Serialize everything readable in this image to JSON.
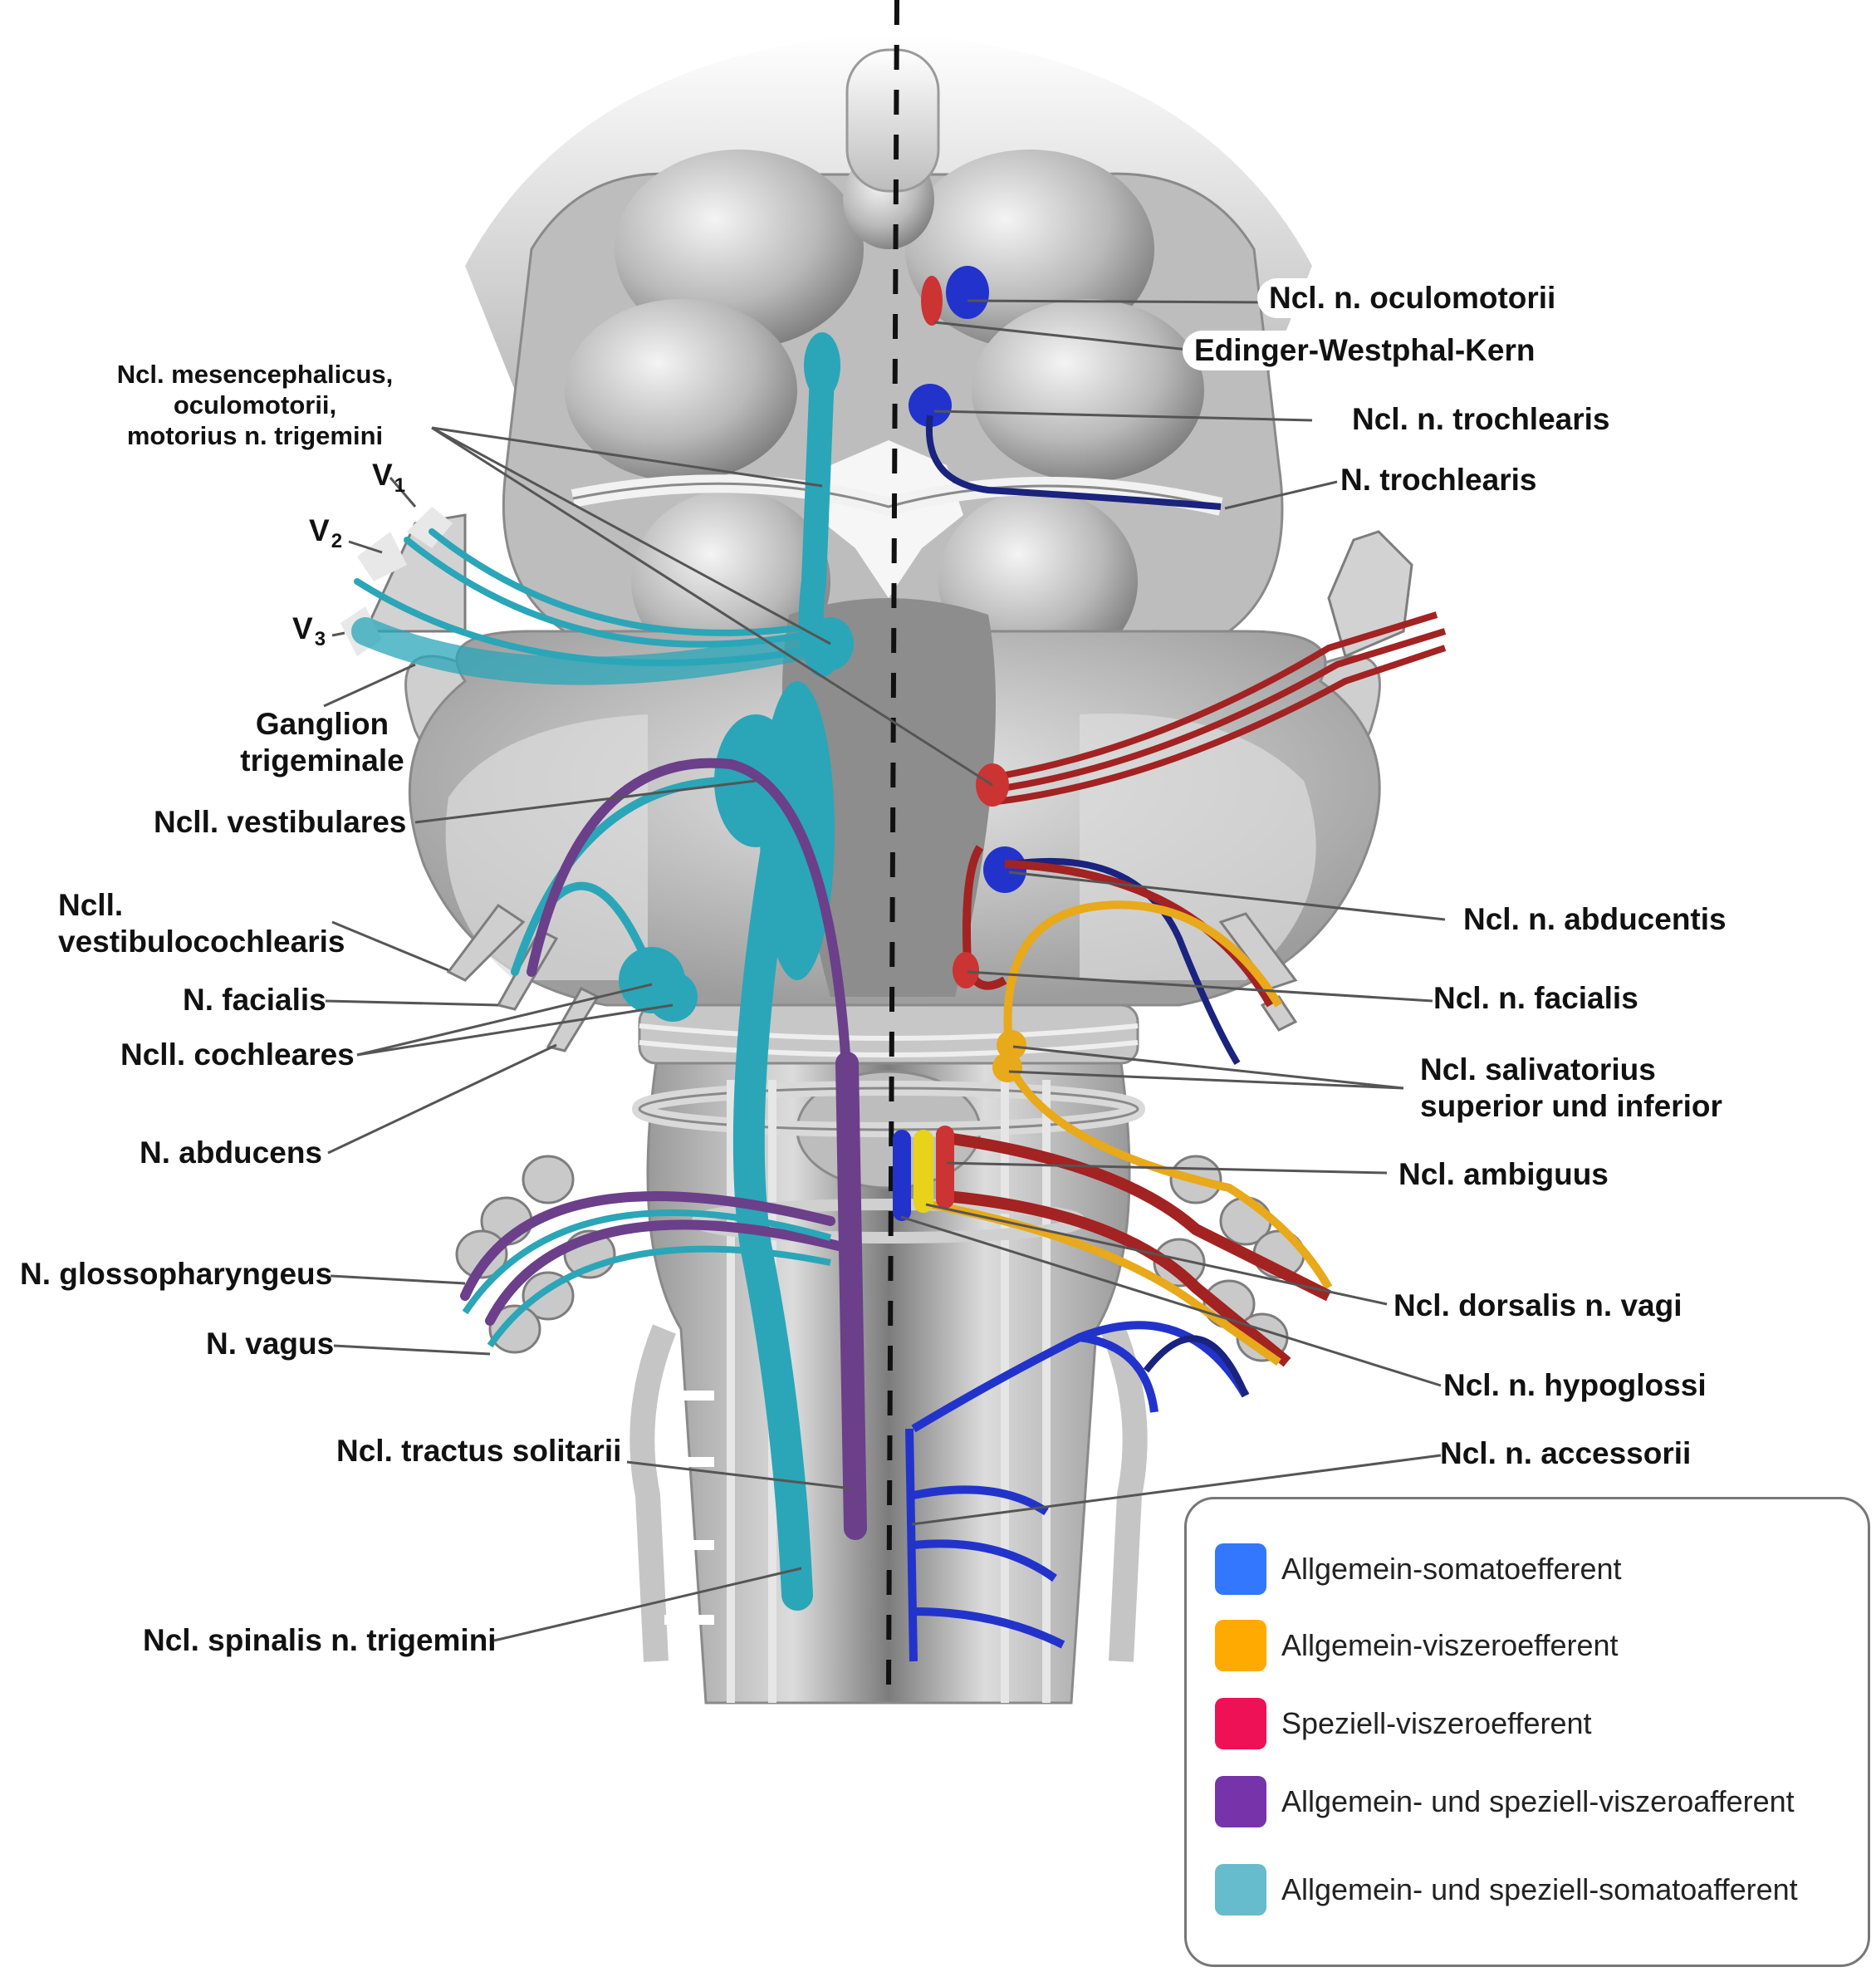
{
  "labels": {
    "ncl_oculomotorii": "Ncl. n. oculomotorii",
    "edinger": "Edinger-Westphal-Kern",
    "ncl_trochlearis": "Ncl. n. trochlearis",
    "n_trochlearis": "N. trochlearis",
    "ncl_mesenc": "Ncl. mesencephalicus,\noculomotorii,\nmotorius n. trigemini",
    "v1": "V",
    "v1_sub": "1",
    "v2": "V",
    "v2_sub": "2",
    "v3": "V",
    "v3_sub": "3",
    "ganglion": "Ganglion\ntrigeminale",
    "vestibulares": "Ncll. vestibulares",
    "vestibulocochlearis": "Ncll.\nvestibulocochlearis",
    "n_facialis": "N. facialis",
    "cochleares": "Ncll. cochleares",
    "n_abducens": "N. abducens",
    "glossopharyngeus": "N. glossopharyngeus",
    "n_vagus": "N. vagus",
    "tractus_solitarii": "Ncl. tractus solitarii",
    "spinalis_trigemini": "Ncl. spinalis n. trigemini",
    "ncl_abducentis": "Ncl. n. abducentis",
    "ncl_facialis": "Ncl. n. facialis",
    "salivatorius": "Ncl. salivatorius\nsuperior und inferior",
    "ambiguus": "Ncl. ambiguus",
    "dorsalis_vagi": "Ncl. dorsalis n. vagi",
    "hypoglossi": "Ncl. n. hypoglossi",
    "accessorii": "Ncl. n. accessorii"
  },
  "legend": {
    "items": [
      {
        "label": "Allgemein-somatoefferent",
        "color": "#3377ff"
      },
      {
        "label": "Allgemein-viszeroefferent",
        "color": "#ffaa00"
      },
      {
        "label": "Speziell-viszeroefferent",
        "color": "#ee1155"
      },
      {
        "label": "Allgemein- und speziell-viszeroafferent",
        "color": "#7733aa"
      },
      {
        "label": "Allgemein- und speziell-somatoafferent",
        "color": "#66bbcc"
      }
    ]
  },
  "colors": {
    "somatoefferent": "#2233cc",
    "viszeroefferent": "#e8a91a",
    "speziell_viszeroefferent": "#b52222",
    "viszeroafferent": "#6b3f8a",
    "somatoafferent": "#2aa6b8",
    "tissue": "#c8c8c8"
  }
}
